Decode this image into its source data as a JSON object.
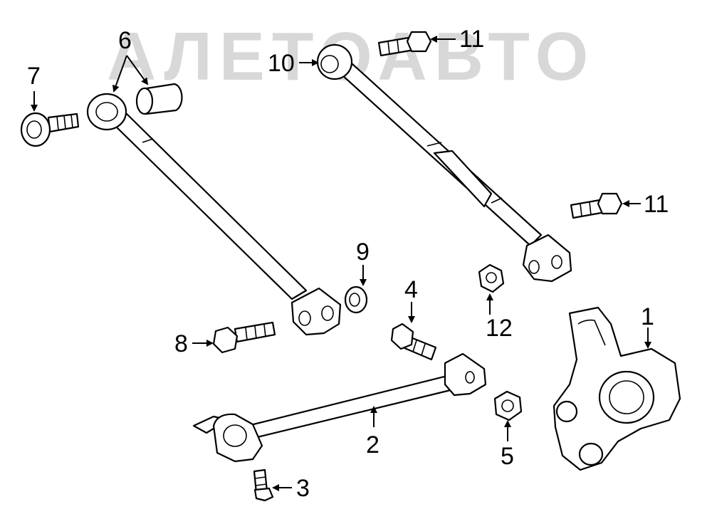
{
  "watermark": {
    "text": "АЛЕТОАВТО"
  },
  "callouts": {
    "p1": "1",
    "p2": "2",
    "p3": "3",
    "p4": "4",
    "p5": "5",
    "p6": "6",
    "p7": "7",
    "p8": "8",
    "p9": "9",
    "p10": "10",
    "p11a": "11",
    "p11b": "11",
    "p12": "12"
  },
  "colors": {
    "line": "#000000",
    "watermark": "#d8d8d8",
    "background": "#ffffff"
  }
}
